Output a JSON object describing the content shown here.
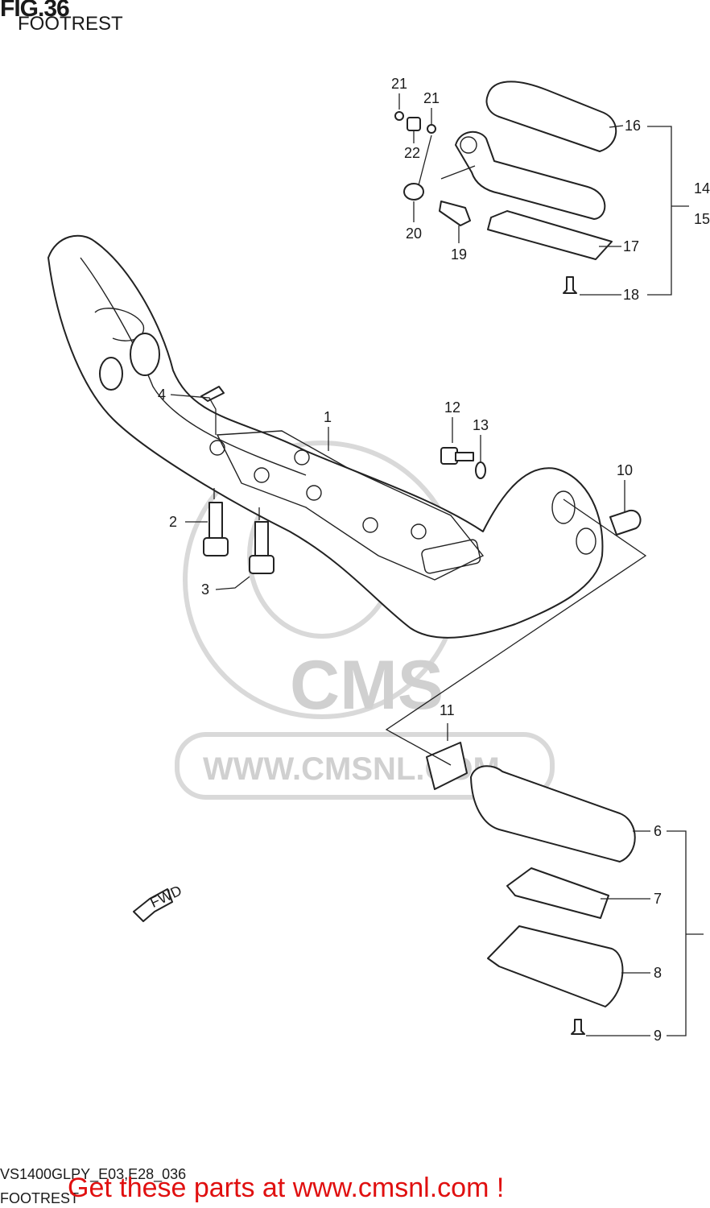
{
  "header": {
    "title": "FIG.36",
    "subtitle": "FOOTREST"
  },
  "footer": {
    "model_code": "VS1400GLPY_E03,E28_036",
    "subtitle": "FOOTREST",
    "cta": "Get these parts at www.cmsnl.com !"
  },
  "watermark": {
    "brand": "CMS",
    "url": "WWW.CMSNL.COM"
  },
  "fwd_arrow": {
    "label": "FWD"
  },
  "callouts": [
    {
      "id": "1",
      "label": "1"
    },
    {
      "id": "2",
      "label": "2"
    },
    {
      "id": "3",
      "label": "3"
    },
    {
      "id": "4",
      "label": "4"
    },
    {
      "id": "6",
      "label": "6"
    },
    {
      "id": "7",
      "label": "7"
    },
    {
      "id": "8",
      "label": "8"
    },
    {
      "id": "9",
      "label": "9"
    },
    {
      "id": "10",
      "label": "10"
    },
    {
      "id": "11",
      "label": "11"
    },
    {
      "id": "12",
      "label": "12"
    },
    {
      "id": "13",
      "label": "13"
    },
    {
      "id": "14",
      "label": "14"
    },
    {
      "id": "15",
      "label": "15"
    },
    {
      "id": "16",
      "label": "16"
    },
    {
      "id": "17",
      "label": "17"
    },
    {
      "id": "18",
      "label": "18"
    },
    {
      "id": "19",
      "label": "19"
    },
    {
      "id": "20",
      "label": "20"
    },
    {
      "id": "21a",
      "label": "21"
    },
    {
      "id": "21b",
      "label": "21"
    },
    {
      "id": "22",
      "label": "22"
    }
  ]
}
